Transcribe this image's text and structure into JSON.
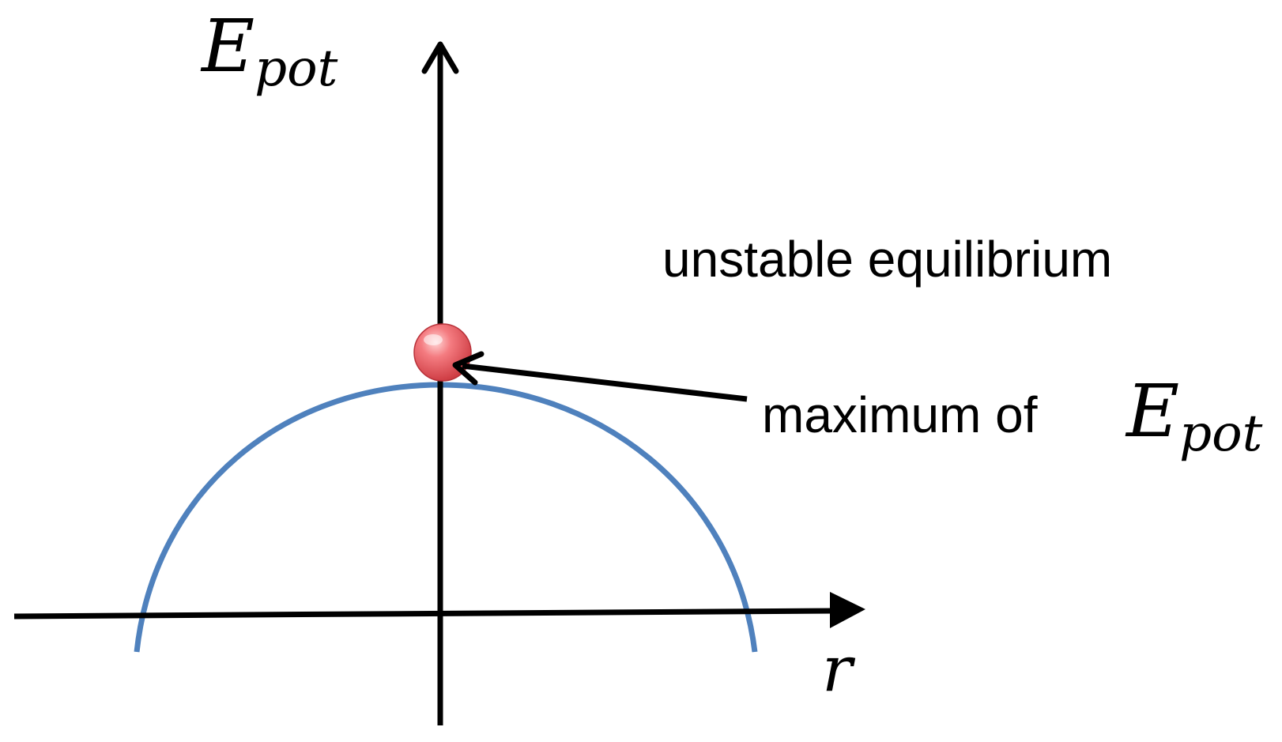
{
  "diagram": {
    "y_axis_label": {
      "main": "E",
      "sub": "pot"
    },
    "x_axis_label": "r",
    "title_text": "unstable equilibrium",
    "annotation": {
      "text": "maximum of",
      "math_main": "E",
      "math_sub": "pot"
    },
    "colors": {
      "curve": "#4f81bd",
      "ball": "#e8545a",
      "axes": "#000000"
    },
    "curve_shape": "inverted semi-ellipse (maximum at r = 0)",
    "ball_position": "at the maximum of the curve"
  }
}
